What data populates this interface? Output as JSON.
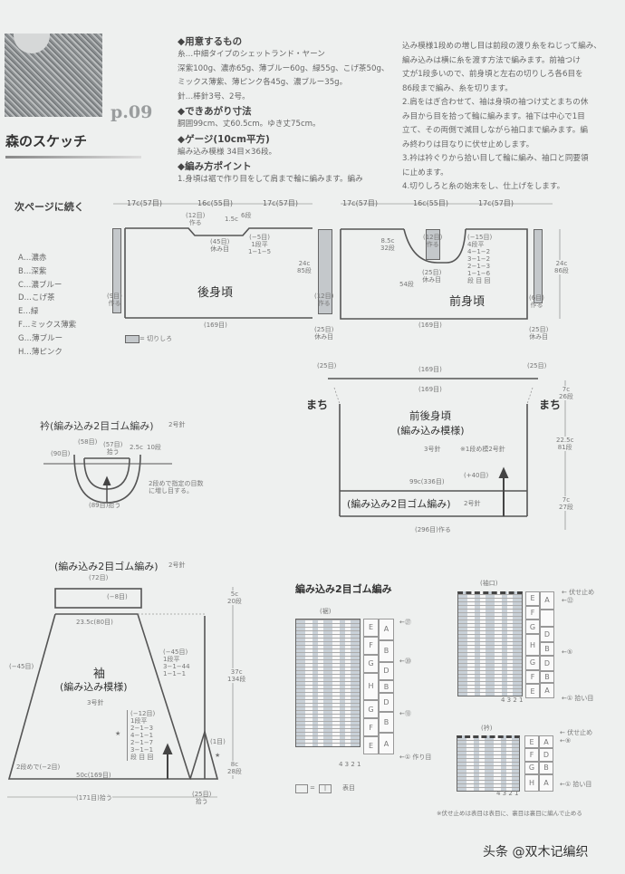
{
  "header": {
    "page_number": "p.09",
    "title": "森のスケッチ",
    "continued": "次ページに続く"
  },
  "materials": {
    "heading": "◆用意するもの",
    "lines": [
      "糸…中細タイプのシェットランド・ヤーン",
      "深紫100g、濃赤65g、薄ブルー60g、緑55g、こげ茶50g、",
      "ミックス薄紫、薄ピンク各45g、濃ブルー35g。",
      "針…棒針3号、2号。"
    ]
  },
  "finished_size": {
    "heading": "◆できあがり寸法",
    "text": "胴囲99cm、丈60.5cm。ゆき丈75cm。"
  },
  "gauge": {
    "heading": "◆ゲージ(10cm平方)",
    "text": "編み込み模様 34目×36段。"
  },
  "points": {
    "heading": "◆編み方ポイント",
    "lines_left": [
      "1.身頃は裾で作り目をして肩まで輪に編みます。編み"
    ],
    "lines_right": [
      "込み模様1段めの増し目は前段の渡り糸をねじって編み、",
      "編み込みは横に糸を渡す方法で編みます。前袖つけ",
      "丈が1段多いので、前身頃と左右の切りしろ各6目を",
      "86段まで編み、糸を切ります。",
      "2.肩をはぎ合わせて、袖は身頃の袖つけ丈とまちの休",
      "み目から目を拾って輪に編みます。袖下は中心で1目",
      "立て、その両側で減目しながら袖口まで編みます。編",
      "み終わりは目なりに伏せ止めします。",
      "3.衿は衿ぐりから拾い目して輪に編み、袖口と同要領",
      "に止めます。",
      "4.切りしろと糸の始末をし、仕上げをします。"
    ]
  },
  "color_key": [
    "A…濃赤",
    "B…深紫",
    "C…濃ブルー",
    "D…こげ茶",
    "E…緑",
    "F…ミックス薄紫",
    "G…薄ブルー",
    "H…薄ピンク"
  ],
  "back_body": {
    "label": "後身頃",
    "top_dims": [
      "17c(57目)",
      "16c(55目)",
      "17c(57目)"
    ],
    "neck_cast": [
      "(12目)",
      "作る"
    ],
    "neck_depth": "1.5c",
    "neck_rows": "6段",
    "neck_rest": [
      "(45目)",
      "休み目"
    ],
    "neck_dec": [
      "(−5目)",
      "1段平",
      "1−1−5"
    ],
    "height": [
      "24c",
      "85段"
    ],
    "bottom": "(169目)",
    "left_strip": [
      "(9目)",
      "作る"
    ],
    "right_strip": [
      "(12目)",
      "作る"
    ],
    "rest": [
      "(25目)",
      "休み目"
    ],
    "legend": "= 切りしろ"
  },
  "front_body": {
    "label": "前身頃",
    "top_dims": [
      "17c(57目)",
      "16c(55目)",
      "17c(57目)"
    ],
    "neck_depth": [
      "8.5c",
      "32段"
    ],
    "neck_cast": [
      "(12目)",
      "作る"
    ],
    "neck_rest": [
      "(25目)",
      "休み目"
    ],
    "rows_54": "54段",
    "neck_dec": [
      "(−15目)",
      "4段平",
      "4−1−2",
      "3−1−2",
      "2−1−3",
      "1−1−6",
      "段 目 回"
    ],
    "height": [
      "24c",
      "86段"
    ],
    "bottom": "(169目)",
    "right_strip": [
      "(6目)",
      "作る"
    ],
    "rest": [
      "(25目)",
      "休み目"
    ]
  },
  "collar": {
    "title": "衿(編み込み2目ゴム編み)",
    "needle": "2号針",
    "labels": [
      "(58目)",
      "(57目)",
      "拾う",
      "(90目)",
      "2.5c",
      "10段"
    ],
    "note": [
      "2段めで指定の目数",
      "に増し目する。"
    ],
    "pickup": "(89目)拾う"
  },
  "body_combined": {
    "label": "前後身頃",
    "pattern": "(編み込み模様)",
    "needle": "3号針",
    "needle_note": "※1段め模2号針",
    "top_rest": [
      "(25目)",
      "(25目)"
    ],
    "top_stitches": [
      "(169目)",
      "(169目)"
    ],
    "gusset": [
      "まち",
      "まち"
    ],
    "increase": "(+40目)",
    "width": "99c(336目)",
    "rib_label": "(編み込み2目ゴム編み)",
    "rib_needle": "2号針",
    "cast_on": "(296目)作る",
    "right_dims": [
      [
        "7c",
        "26段"
      ],
      [
        "22.5c",
        "81段"
      ],
      [
        "7c",
        "27段"
      ]
    ]
  },
  "sleeve": {
    "rib_title": "(編み込み2目ゴム編み)",
    "rib_needle": "2号針",
    "cuff_sts": "(72目)",
    "cuff_dec": "(−8目)",
    "top": "23.5c(80目)",
    "left_dec": "(−45目)",
    "right_dec": [
      "(−45目)",
      "1段平",
      "3−1−44",
      "1−1−1"
    ],
    "label": "袖",
    "pattern": "(編み込み模様)",
    "needle": "3号針",
    "star_dec": [
      "(−12目)",
      "1段平",
      "2−1−3",
      "4−1−1",
      "2−1−7",
      "3−1−1",
      "段 目 回"
    ],
    "second_row": "2段めで(−2目)",
    "bottom": "50c(169目)",
    "pickup": "(171目)拾う",
    "gusset_top": "(1目)",
    "gusset_pickup": [
      "(25目)",
      "拾う"
    ],
    "right_dims": [
      [
        "5c",
        "20段"
      ],
      [
        "37c",
        "134段"
      ],
      [
        "8c",
        "28段"
      ]
    ]
  },
  "chart_rib": {
    "title": "編み込み2目ゴム編み",
    "hem_label": "(裾)",
    "cuff_label": "(袖口)",
    "collar_label": "(衿)",
    "hem_left_col": [
      "E",
      "F",
      "G",
      "H",
      "G",
      "F",
      "E"
    ],
    "hem_right_col": [
      "A",
      "B",
      "D",
      "B",
      "D",
      "B",
      "A"
    ],
    "hem_markers": [
      "←㉗",
      "←⑳",
      "←⑬",
      "←① 作り目"
    ],
    "cuff_left_col": [
      "E",
      "F",
      "G",
      "H",
      "G",
      "F",
      "E"
    ],
    "cuff_right_col": [
      "A",
      "",
      "D",
      "B",
      "D",
      "B",
      "A"
    ],
    "cuff_markers": [
      "← 伏せ止め",
      "←㉒",
      "←⑤",
      "←① 拾い目"
    ],
    "collar_left_col": [
      "E",
      "F",
      "G",
      "H"
    ],
    "collar_right_col": [
      "A",
      "D",
      "B",
      "A"
    ],
    "collar_markers": [
      "← 伏せ止め",
      "←⑨",
      "←① 拾い目"
    ],
    "stitch_numbers": "4 3 2 1",
    "legend": "表目",
    "footnote": "※伏せ止めは表目は表目に、裏目は裏目に編んで止める"
  },
  "watermark": "头条 @双木记编织"
}
